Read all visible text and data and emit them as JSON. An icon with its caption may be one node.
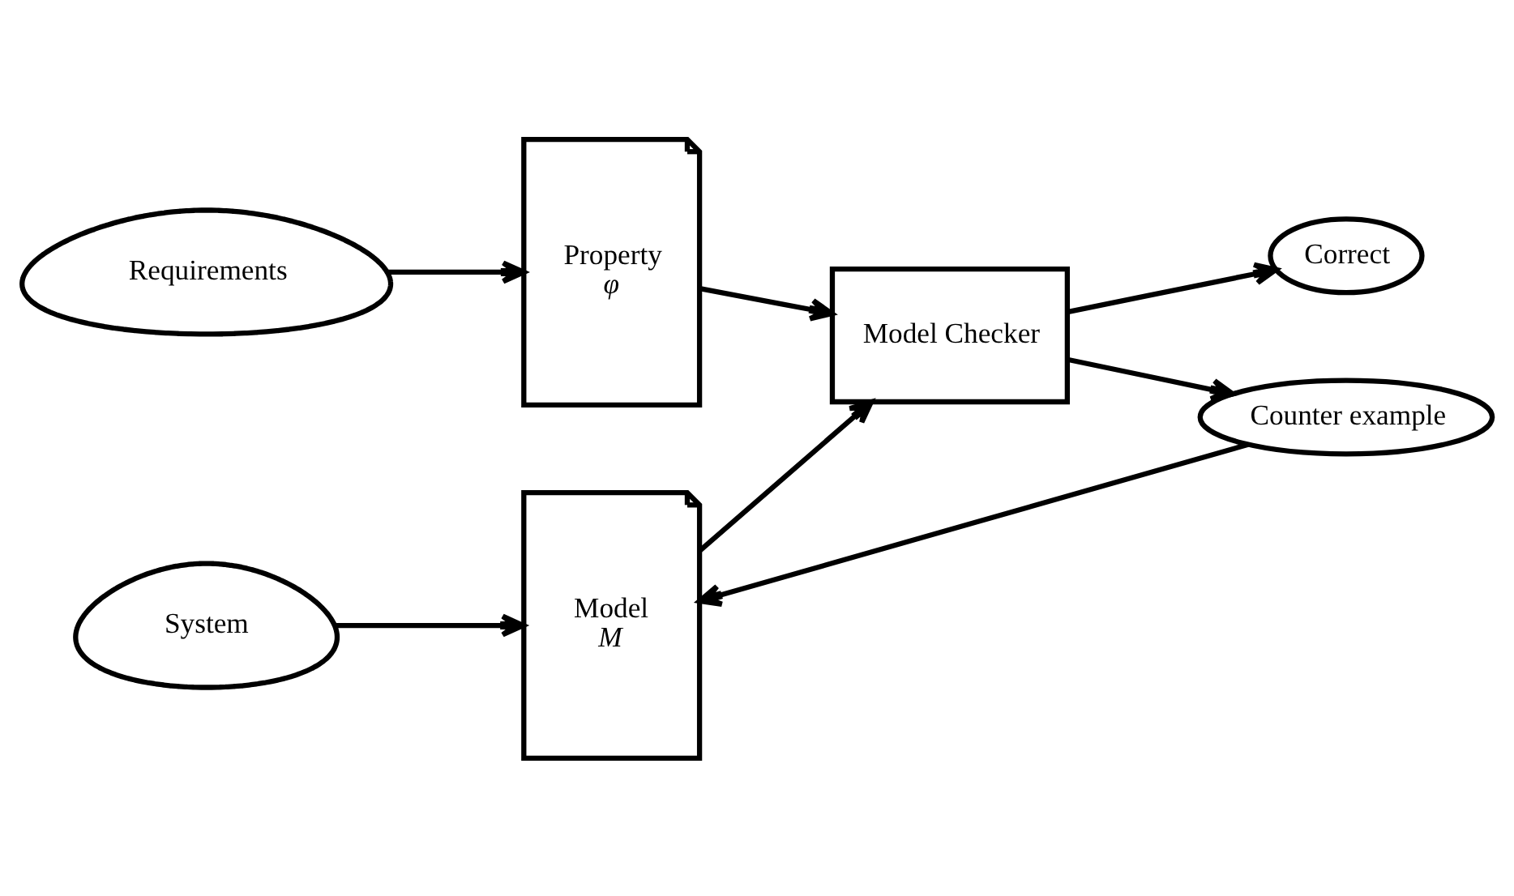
{
  "diagram": {
    "nodes": [
      {
        "text": [
          "Requirements"
        ]
      },
      {
        "text": [
          "Property",
          "φ"
        ]
      },
      {
        "text": [
          "Model Checker"
        ]
      },
      {
        "text": [
          "Correct"
        ]
      },
      {
        "text": [
          "System"
        ]
      },
      {
        "text": [
          "Model",
          "M"
        ]
      },
      {
        "text": [
          "Counter example"
        ]
      }
    ],
    "edges": [
      {
        "from": 0,
        "to": 1,
        "arrow": "to"
      },
      {
        "from": 1,
        "to": 2,
        "arrow": "to"
      },
      {
        "from": 2,
        "to": 3,
        "arrow": "to"
      },
      {
        "from": 4,
        "to": 5,
        "arrow": "to"
      },
      {
        "from": 5,
        "to": 2,
        "arrow": "to"
      },
      {
        "from": 2,
        "to": 6,
        "arrow": "to"
      },
      {
        "from": 6,
        "to": 5,
        "arrow": "to"
      }
    ]
  }
}
